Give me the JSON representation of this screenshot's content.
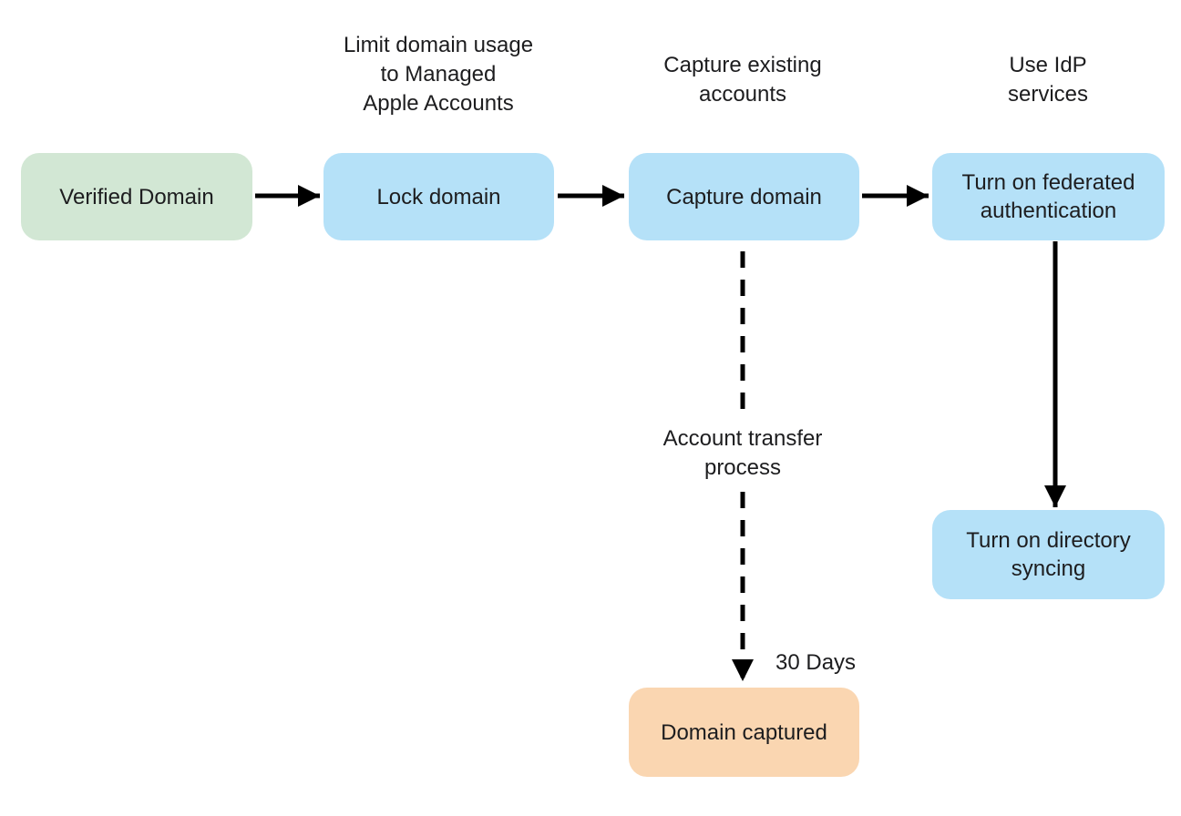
{
  "diagram": {
    "title": "Domain capture and federated authentication flow",
    "colors": {
      "verified_fill": "#d2e7d4",
      "step_fill": "#b5e1f8",
      "captured_fill": "#fad6b1",
      "text": "#1d1d1f",
      "arrow": "#000000"
    },
    "nodes": {
      "verified_domain": {
        "label": "Verified Domain"
      },
      "lock_domain": {
        "label": "Lock domain"
      },
      "capture_domain": {
        "label": "Capture domain"
      },
      "federated_auth": {
        "label": "Turn on federated\nauthentication"
      },
      "directory_syncing": {
        "label": "Turn on directory\nsyncing"
      },
      "domain_captured": {
        "label": "Domain captured"
      }
    },
    "annotations": {
      "limit_usage": "Limit domain usage\nto Managed\nApple Accounts",
      "capture_existing": "Capture existing\naccounts",
      "idp_services": "Use IdP\nservices",
      "account_transfer": "Account transfer\nprocess",
      "duration": "30 Days"
    }
  }
}
